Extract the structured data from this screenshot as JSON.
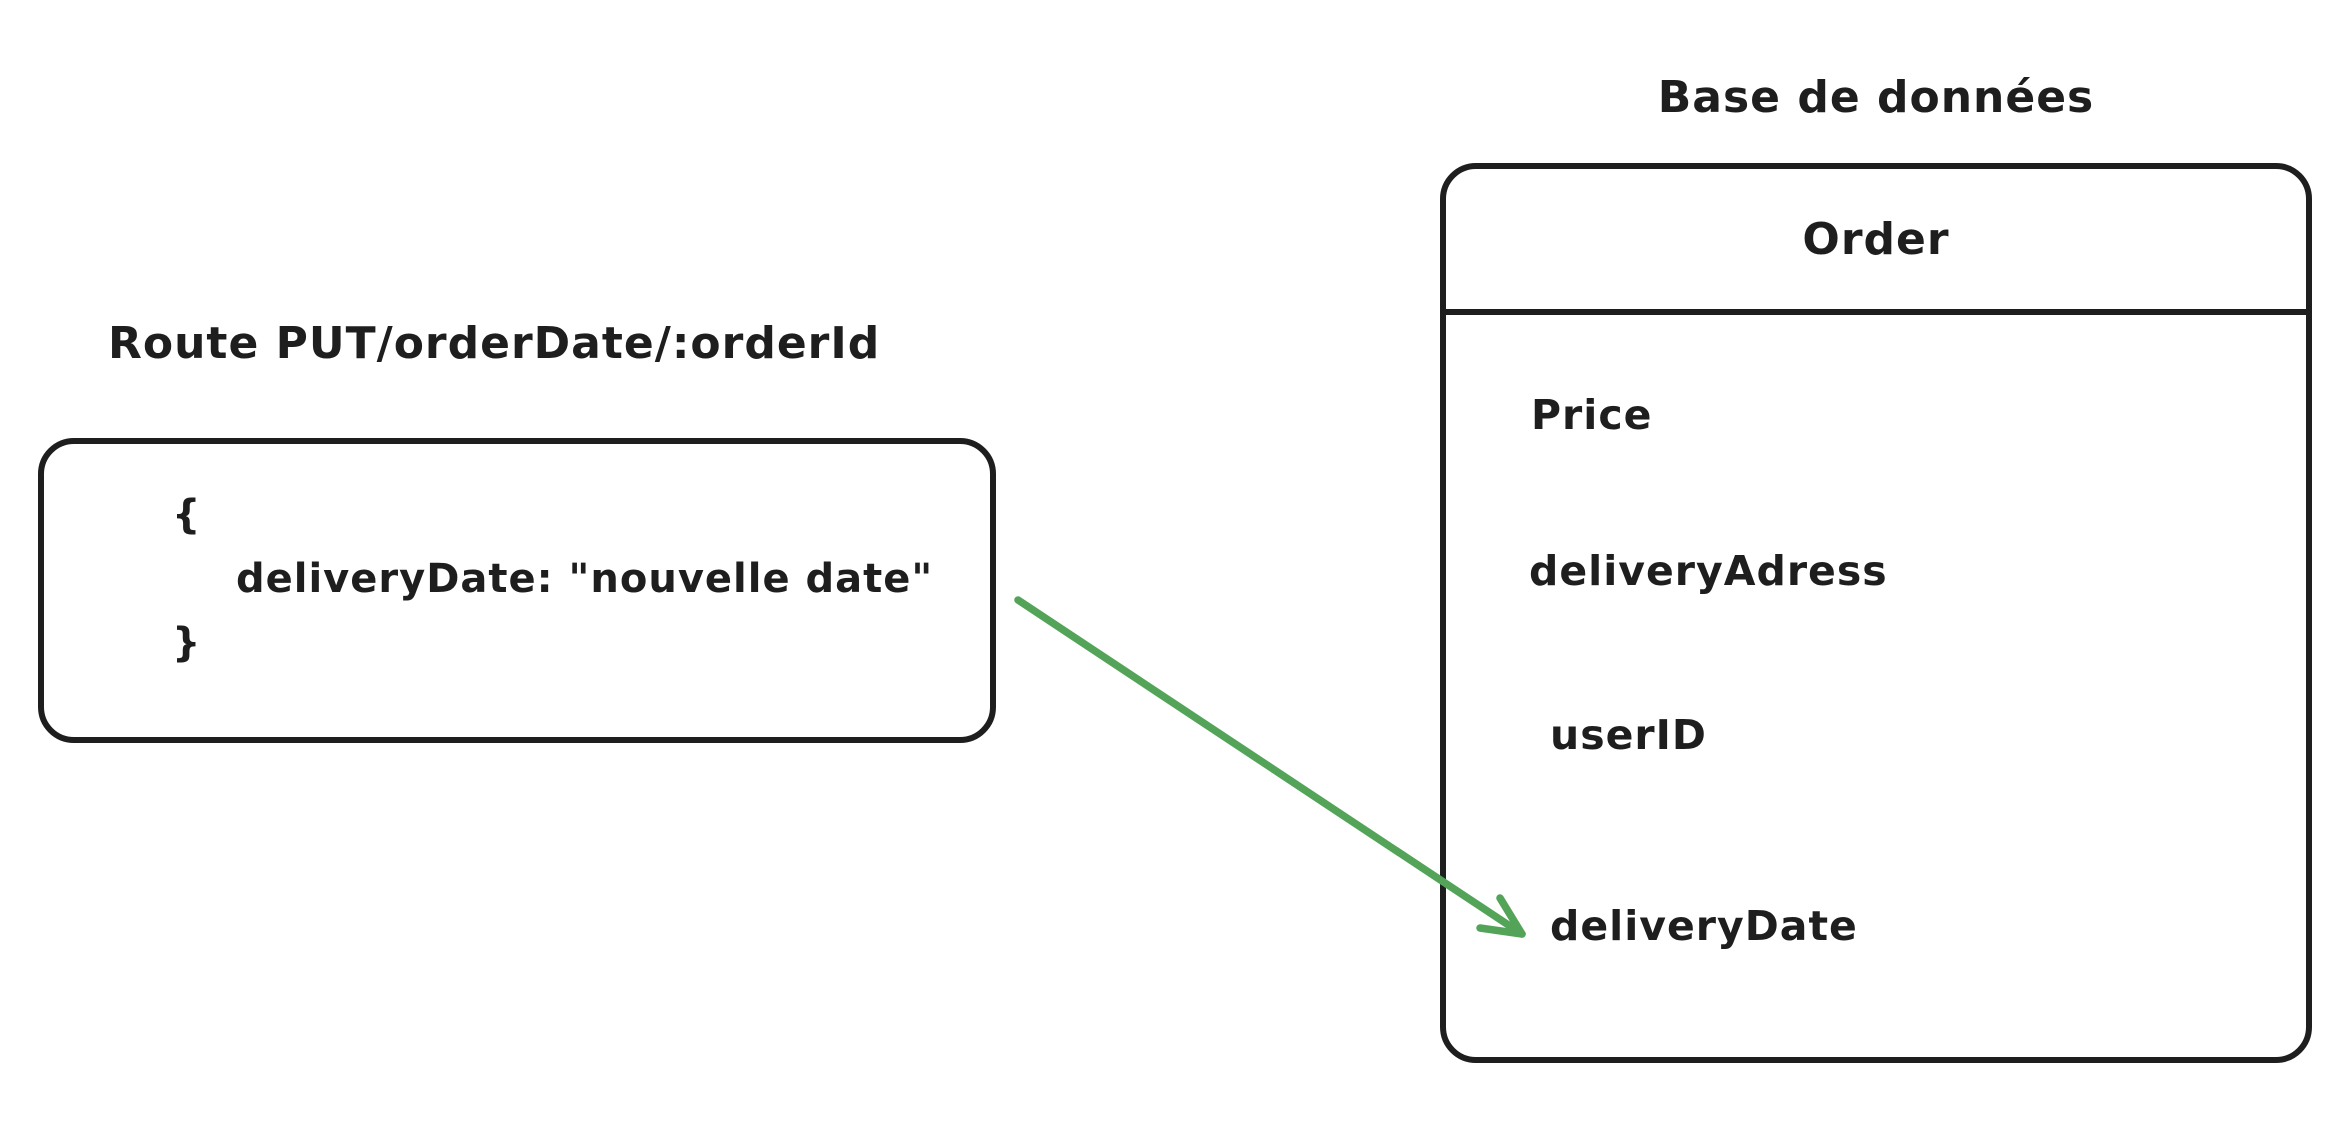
{
  "colors": {
    "stroke": "#1e1e1e",
    "arrow": "#53a458",
    "background": "#ffffff"
  },
  "route": {
    "label": "Route PUT/orderDate/:orderId",
    "payload": {
      "lines": [
        "{",
        "deliveryDate: \"nouvelle date\"",
        "}"
      ]
    }
  },
  "database": {
    "label": "Base de données",
    "table": {
      "name": "Order",
      "fields": [
        "Price",
        "deliveryAdress",
        "userID",
        "deliveryDate"
      ]
    }
  },
  "arrow": {
    "from": "route-payload-box",
    "to": "field-deliveryDate"
  }
}
